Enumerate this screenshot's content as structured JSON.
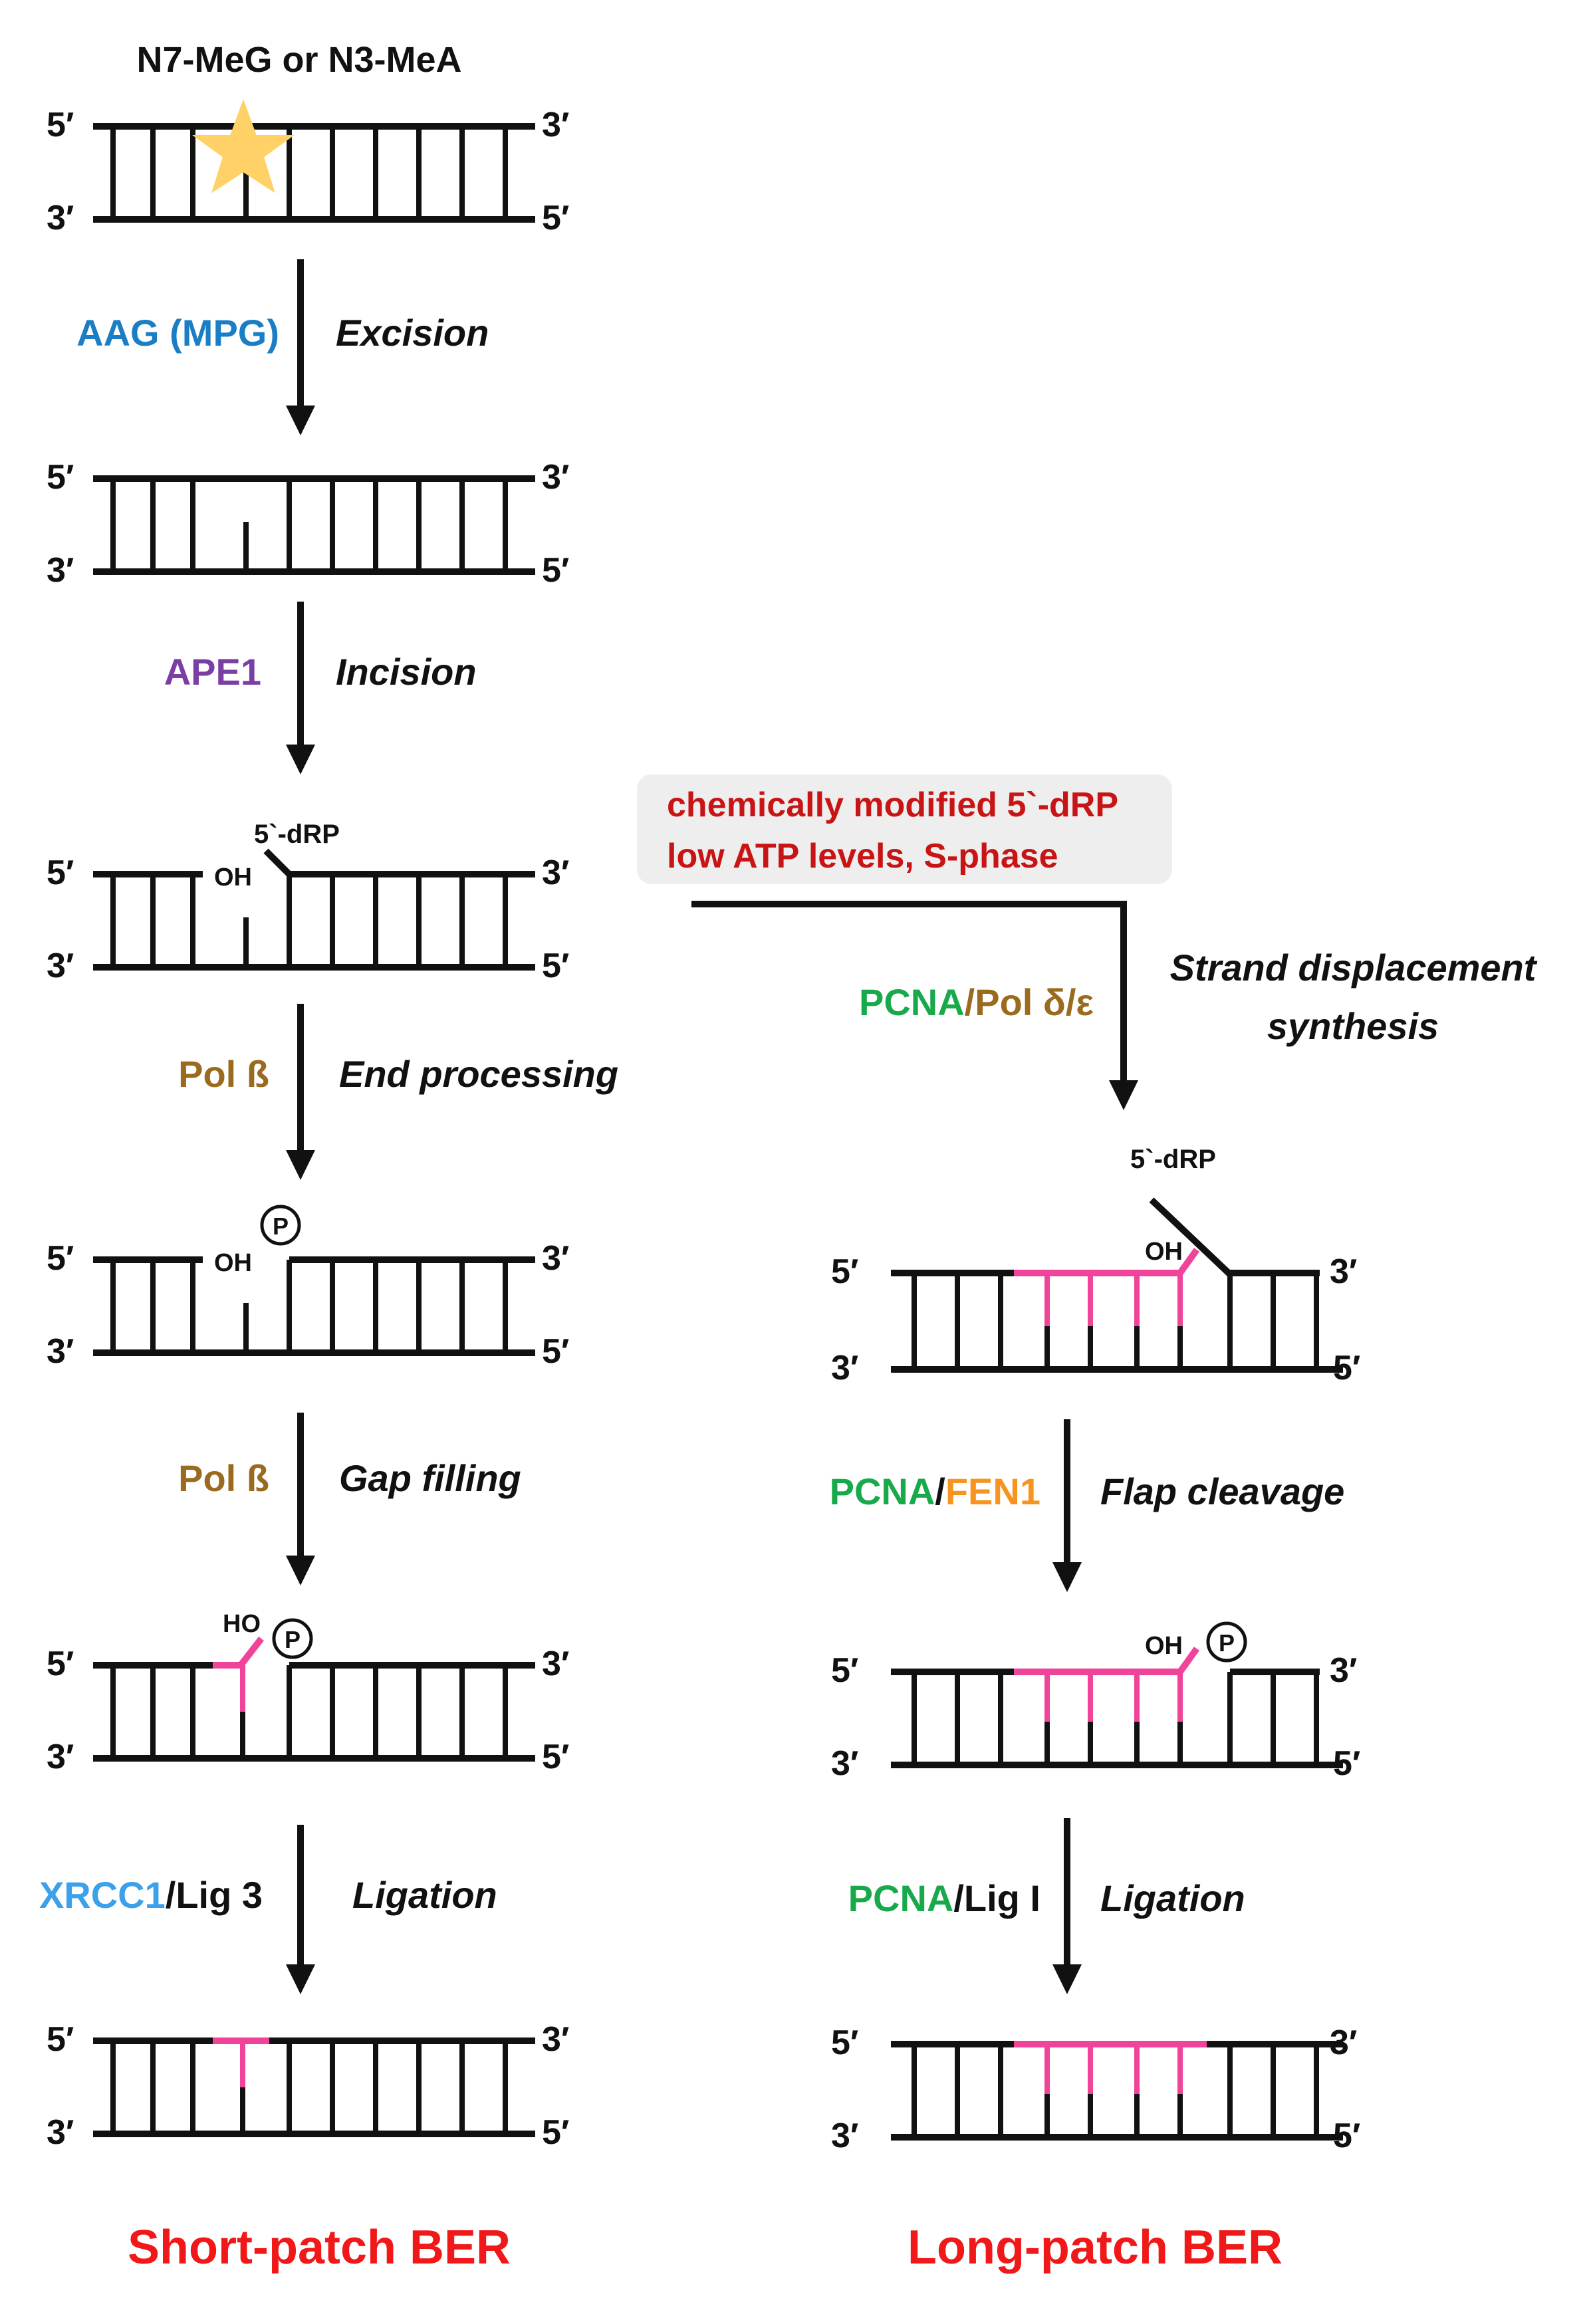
{
  "title": "N7-MeG or N3-MeA",
  "strand_end_labels": {
    "five_prime": "5′",
    "three_prime": "3′"
  },
  "annotations": {
    "drp": "5`-dRP",
    "oh": "OH",
    "ho": "HO",
    "phosphate": "P"
  },
  "short_patch": {
    "steps": [
      {
        "enzyme_parts": [
          {
            "text": "AAG (MPG)",
            "color": "#1a7ec5"
          }
        ],
        "action": "Excision"
      },
      {
        "enzyme_parts": [
          {
            "text": "APE1",
            "color": "#7b3fa3"
          }
        ],
        "action": "Incision"
      },
      {
        "enzyme_parts": [
          {
            "text": "Pol ß",
            "color": "#9a6b1e"
          }
        ],
        "action": "End processing"
      },
      {
        "enzyme_parts": [
          {
            "text": "Pol ß",
            "color": "#9a6b1e"
          }
        ],
        "action": "Gap filling"
      },
      {
        "enzyme_parts": [
          {
            "text": "XRCC1",
            "color": "#3ca0ea"
          },
          {
            "text": "/Lig 3",
            "color": "#111111"
          }
        ],
        "action": "Ligation"
      }
    ],
    "pathway_label": "Short-patch BER"
  },
  "branch_note": {
    "lines": [
      "chemically modified 5`-dRP",
      "low ATP levels, S-phase"
    ],
    "color": "#c81414",
    "box_color": "#eeeeee"
  },
  "long_patch": {
    "steps": [
      {
        "enzyme_parts": [
          {
            "text": "PCNA",
            "color": "#18a94a"
          },
          {
            "text": "/Pol δ/ε",
            "color": "#9a6b1e"
          }
        ],
        "action_lines": [
          "Strand displacement",
          "synthesis"
        ]
      },
      {
        "enzyme_parts": [
          {
            "text": "PCNA",
            "color": "#18a94a"
          },
          {
            "text": "/",
            "color": "#111111"
          },
          {
            "text": "FEN1",
            "color": "#f7941d"
          }
        ],
        "action_lines": [
          "Flap cleavage"
        ]
      },
      {
        "enzyme_parts": [
          {
            "text": "PCNA",
            "color": "#18a94a"
          },
          {
            "text": "/Lig I",
            "color": "#111111"
          }
        ],
        "action_lines": [
          "Ligation"
        ]
      }
    ],
    "pathway_label": "Long-patch BER"
  },
  "colors": {
    "strand": "#111111",
    "new_dna": "#f0449a",
    "lesion_star": "#ffd166",
    "pathway_label": "#f01818"
  }
}
